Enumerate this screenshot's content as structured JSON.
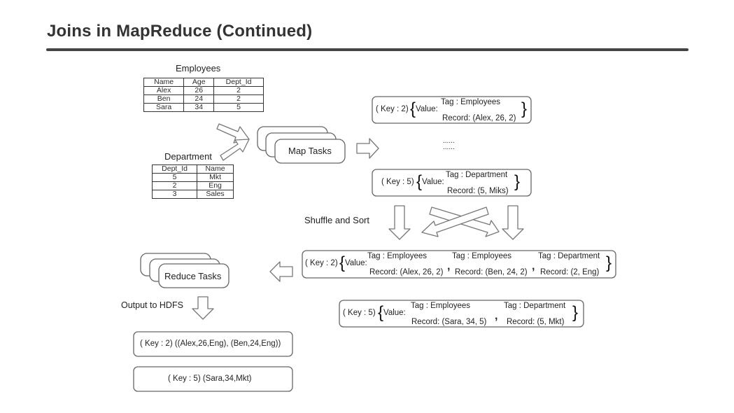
{
  "title": "Joins in MapReduce (Continued)",
  "employees": {
    "caption": "Employees",
    "headers": [
      "Name",
      "Age",
      "Dept_Id"
    ],
    "rows": [
      [
        "Alex",
        "26",
        "2"
      ],
      [
        "Ben",
        "24",
        "2"
      ],
      [
        "Sara",
        "34",
        "5"
      ]
    ]
  },
  "department": {
    "caption": "Department",
    "headers": [
      "Dept_Id",
      "Name"
    ],
    "rows": [
      [
        "5",
        "Mkt"
      ],
      [
        "2",
        "Eng"
      ],
      [
        "3",
        "Sales"
      ]
    ]
  },
  "map_tasks_label": "Map Tasks",
  "reduce_tasks_label": "Reduce Tasks",
  "shuffle_label": "Shuffle and Sort",
  "output_label": "Output to HDFS",
  "ellipsis": "......",
  "map_out_1": {
    "key": "( Key : 2)",
    "value": "Value:",
    "tag": "Tag : Employees",
    "record": "Record: (Alex, 26, 2)"
  },
  "map_out_2": {
    "key": "( Key : 5)",
    "value": "Value:",
    "tag": "Tag : Department",
    "record": "Record: (5, Miks)"
  },
  "reduce_in_1": {
    "key": "( Key : 2)",
    "value": "Value:",
    "items": [
      {
        "tag": "Tag : Employees",
        "record": "Record: (Alex, 26, 2)"
      },
      {
        "tag": "Tag : Employees",
        "record": "Record: (Ben, 24, 2)"
      },
      {
        "tag": "Tag : Department",
        "record": "Record: (2, Eng)"
      }
    ]
  },
  "reduce_in_2": {
    "key": "( Key : 5)",
    "value": "Value:",
    "items": [
      {
        "tag": "Tag : Employees",
        "record": "Record: (Sara, 34, 5)"
      },
      {
        "tag": "Tag : Department",
        "record": "Record: (5, Mkt)"
      }
    ]
  },
  "output_1": "( Key : 2)  ((Alex,26,Eng), (Ben,24,Eng))",
  "output_2": "( Key : 5)  (Sara,34,Mkt)",
  "symbols": {
    "open_brace": "{",
    "close_brace": "}",
    "comma": ","
  }
}
